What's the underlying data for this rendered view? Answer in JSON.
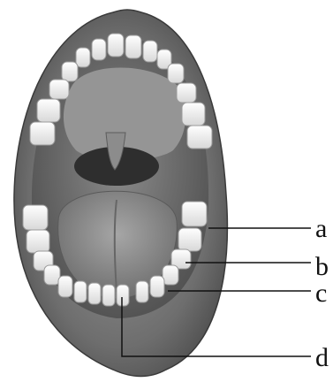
{
  "labels": {
    "a": "a",
    "b": "b",
    "c": "c",
    "d": "d"
  },
  "colors": {
    "lips": "#6f6f6f",
    "mouth_interior": "#7a7a7a",
    "palate": "#8e8e8e",
    "tongue": "#8a8a8a",
    "teeth": "#f2f2f2",
    "leader_line": "#111111"
  }
}
